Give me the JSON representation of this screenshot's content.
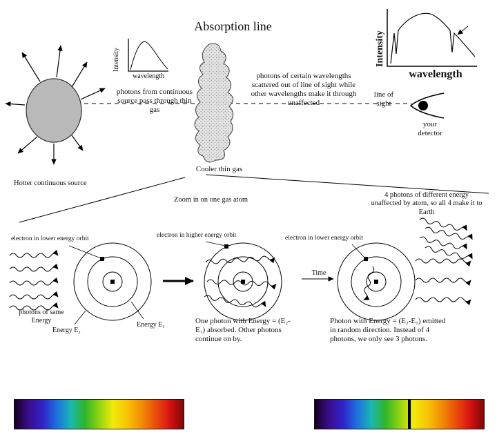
{
  "title": "Absorption line",
  "source": {
    "label": "Hotter continuous source"
  },
  "gas": {
    "label": "Cooler thin gas",
    "zoom_label": "Zoom in on one gas atom"
  },
  "flow": {
    "photons_from_source": "photons from continuous source pass through thin gas",
    "scattering_note": "photons of certain wavelengths scattered out of line of sight while other wavelengths make it through unaffected",
    "line_of_sight": "line of sight",
    "detector": "your detector"
  },
  "graphs": {
    "source_spectrum": {
      "ylabel": "Intensity",
      "xlabel": "wavelength"
    },
    "detected_spectrum": {
      "ylabel": "Intensity",
      "xlabel": "wavelength"
    }
  },
  "zoom": {
    "unaffected_note": "4 photons of different energy unaffected by atom, so all 4 make it to Earth",
    "time_label": "Time",
    "atom1": {
      "electron_label": "electron in lower energy orbit",
      "photons_label": "photons of same Energy",
      "energy_outer": "Energy E₂",
      "energy_inner": "Energy E₁"
    },
    "atom2": {
      "electron_label": "electron in higher energy orbit",
      "caption": "One photon with Energy = (E₂-E₁) absorbed. Other photons continue on by."
    },
    "atom3": {
      "electron_label": "electron in lower energy orbit",
      "caption": "Photon with Energy = (E₂-E₁) emitted in random direction. Instead of 4 photons, we only see 3 photons."
    }
  },
  "spectra": {
    "gradient_stops": [
      "#15001f",
      "#3a0d8c",
      "#3023c8",
      "#1e6fe0",
      "#19b7b0",
      "#2fb52b",
      "#8fd312",
      "#f2ea0a",
      "#f8c305",
      "#f28d06",
      "#ea4f0a",
      "#d81313",
      "#7e0606"
    ],
    "absorption_line_position": "55%",
    "absorption_line_color": "#000000"
  }
}
